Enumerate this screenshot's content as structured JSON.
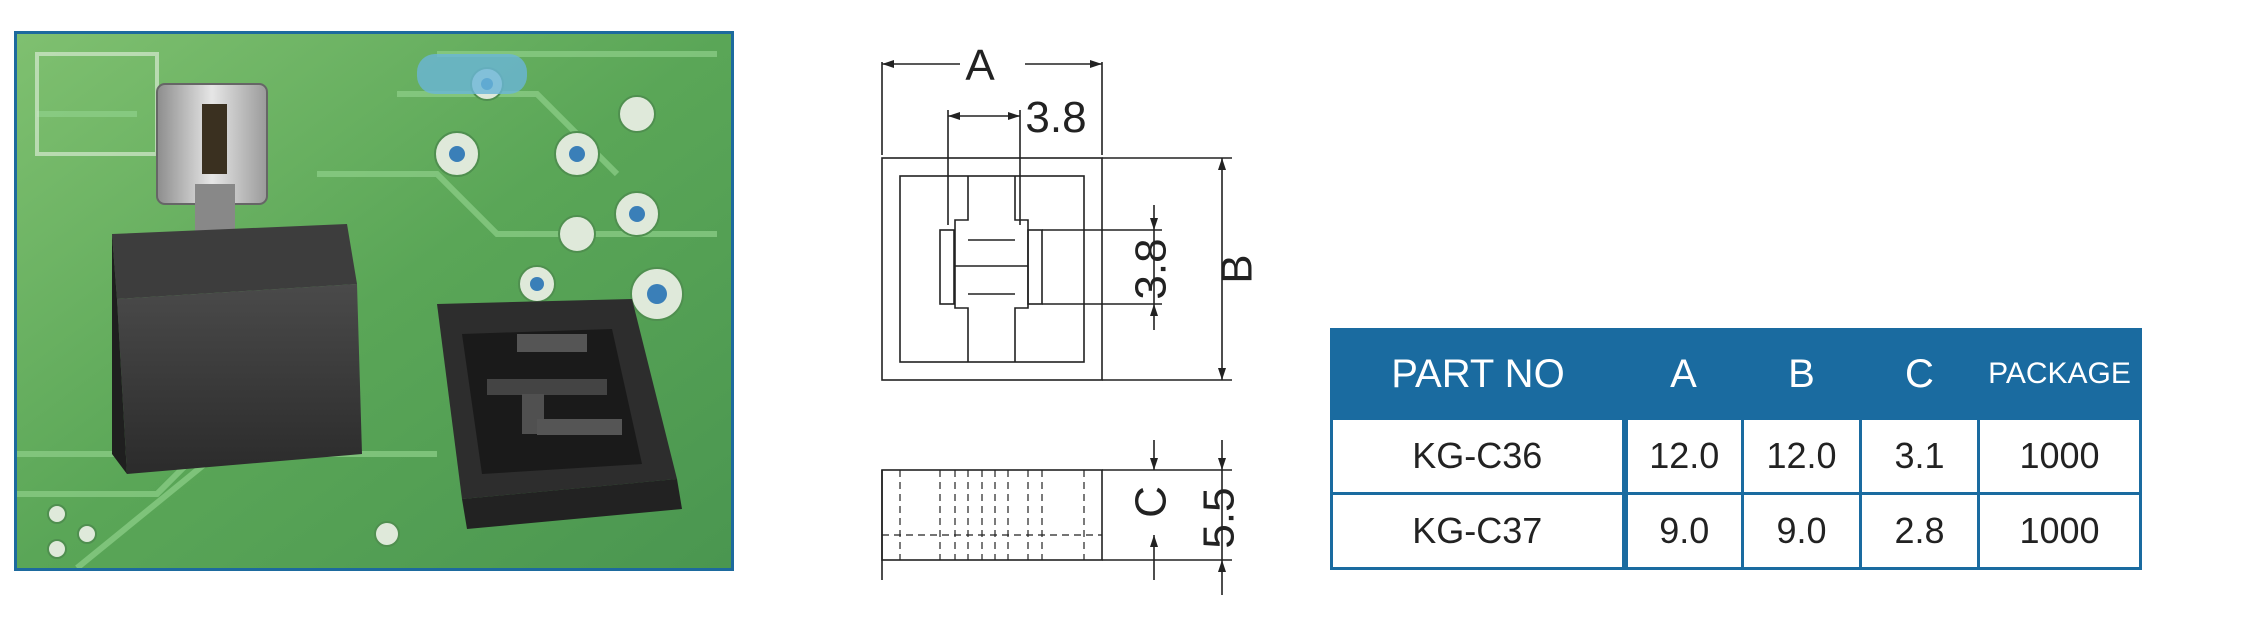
{
  "drawing": {
    "dim_a": "A",
    "dim_b": "B",
    "dim_c": "C",
    "dim_width_center": "3.8",
    "dim_height_center": "3.8",
    "dim_total_height": "5.5"
  },
  "table": {
    "headers": [
      "PART NO",
      "A",
      "B",
      "C",
      "PACKAGE"
    ],
    "rows": [
      [
        "KG-C36",
        "12.0",
        "12.0",
        "3.1",
        "1000"
      ],
      [
        "KG-C37",
        "9.0",
        "9.0",
        "2.8",
        "1000"
      ]
    ]
  },
  "colors": {
    "accent": "#1a6ba0",
    "pcb_green": "#5aa657",
    "cap_black": "#2a2a2a"
  }
}
